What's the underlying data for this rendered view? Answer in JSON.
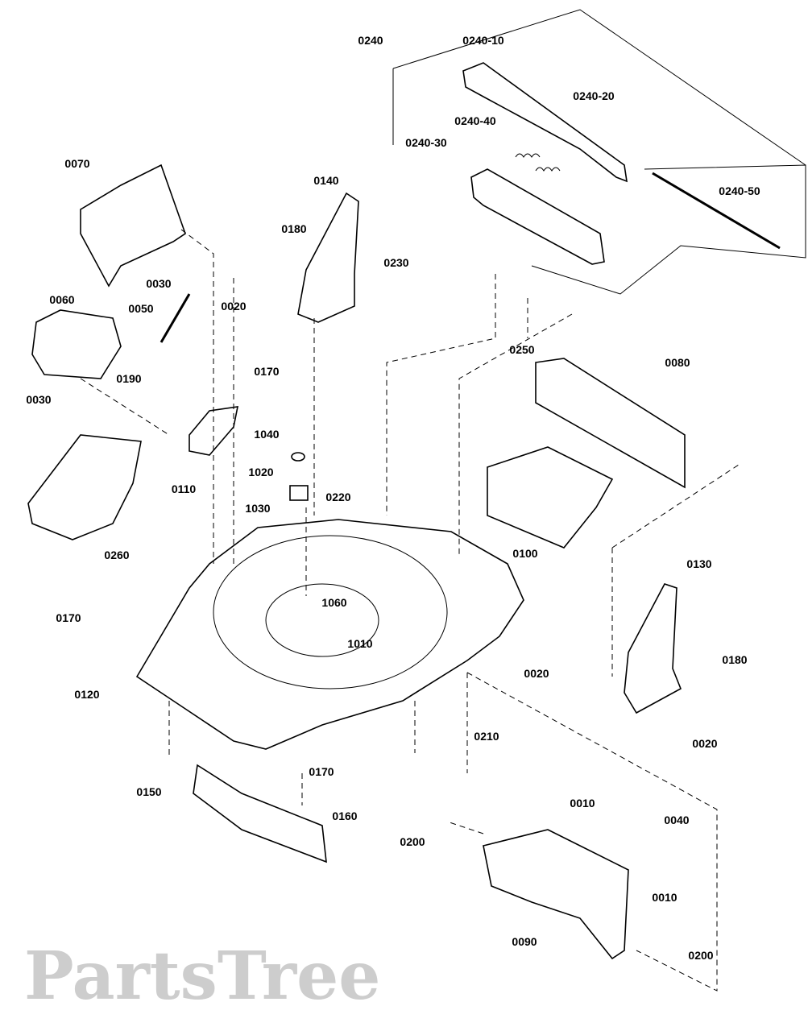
{
  "watermark": "PartsTree",
  "labels": [
    "0240",
    "0240-10",
    "0240-20",
    "0240-40",
    "0240-30",
    "0240-50",
    "0070",
    "0140",
    "0180",
    "0230",
    "0030",
    "0020",
    "0060",
    "0050",
    "0250",
    "0080",
    "0170",
    "0190",
    "0030",
    "1040",
    "1020",
    "0110",
    "1030",
    "0220",
    "0100",
    "0260",
    "0130",
    "1060",
    "0170",
    "1010",
    "0020",
    "0180",
    "0120",
    "0020",
    "0210",
    "0170",
    "0150",
    "0160",
    "0010",
    "0040",
    "0200",
    "0010",
    "0090",
    "0200"
  ]
}
